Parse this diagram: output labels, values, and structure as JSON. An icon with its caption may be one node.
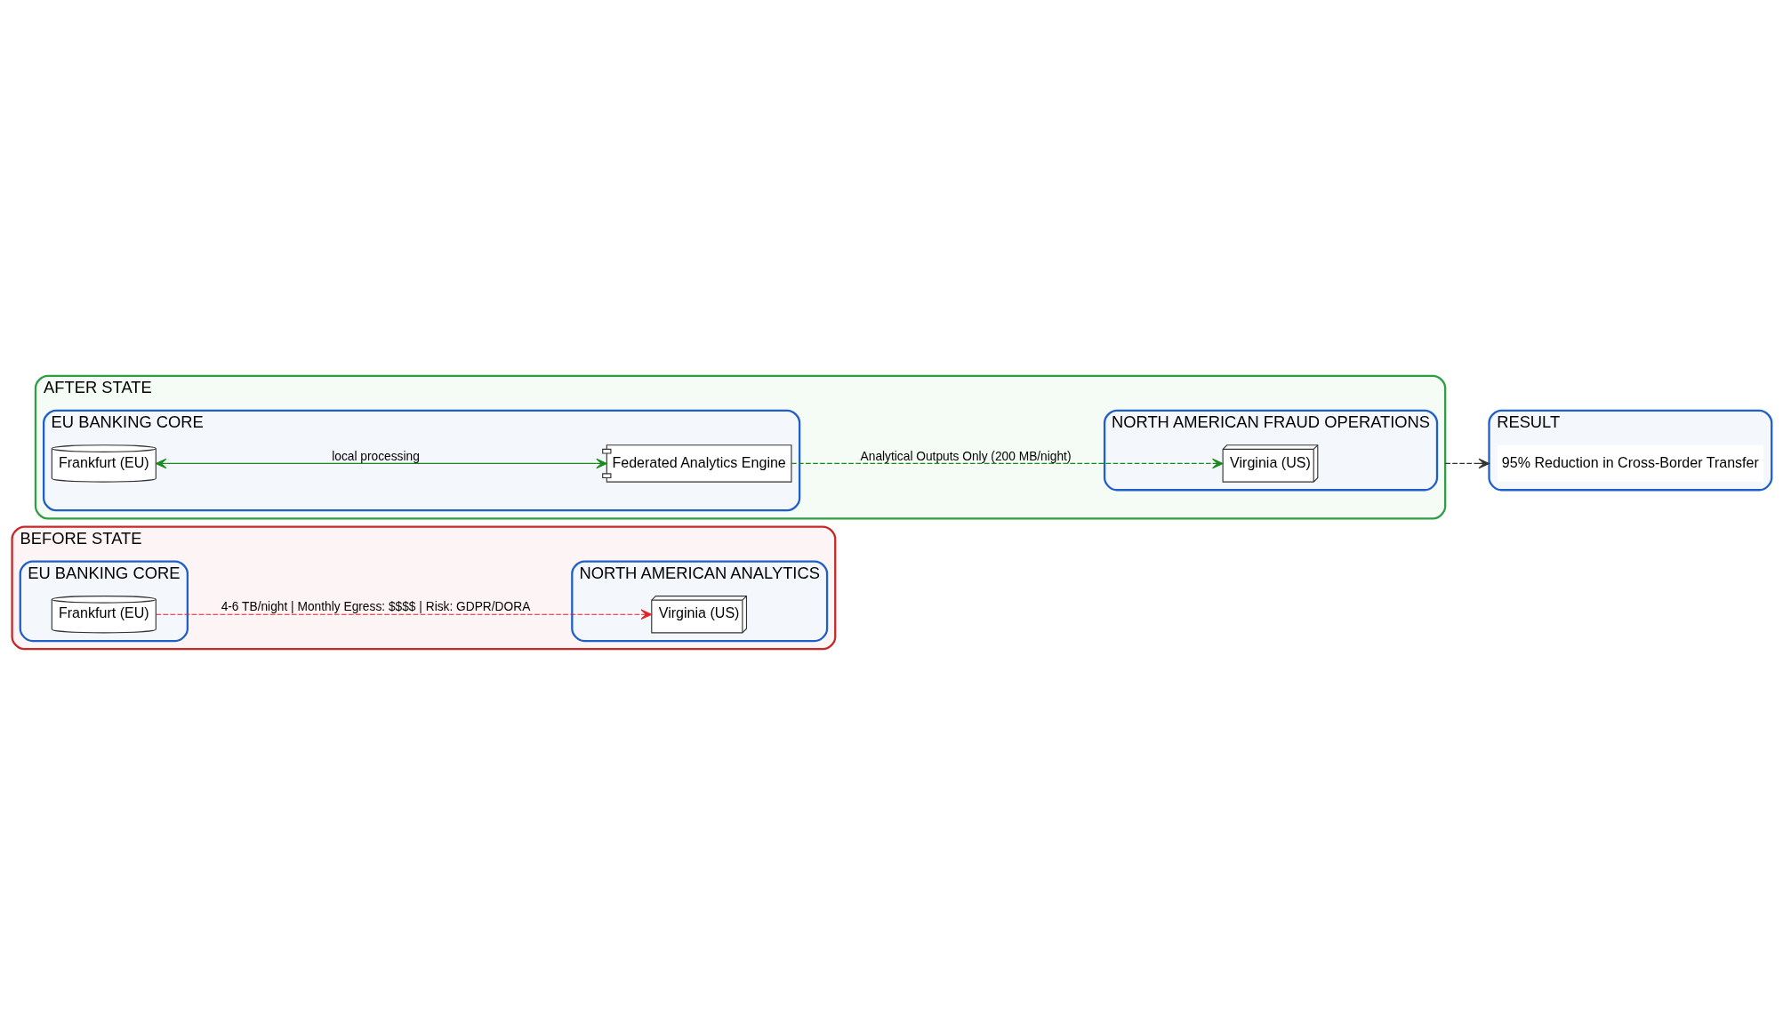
{
  "diagram": {
    "nodes": [
      {
        "text": [
          "BEFORE STATE"
        ]
      },
      {
        "text": [
          "EU BANKING CORE"
        ],
        "in": 0
      },
      {
        "text": [
          "Frankfurt (EU)"
        ],
        "in": 1
      },
      {
        "text": [
          "NORTH AMERICAN ANALYTICS"
        ],
        "in": 0
      },
      {
        "text": [
          "Virginia (US)"
        ],
        "in": 3
      },
      {
        "text": [
          "AFTER STATE"
        ]
      },
      {
        "text": [
          "EU BANKING CORE"
        ],
        "in": 5
      },
      {
        "text": [
          "Frankfurt (EU)"
        ],
        "in": 6
      },
      {
        "text": [
          "Federated Analytics Engine"
        ],
        "in": 6
      },
      {
        "text": [
          "NORTH AMERICAN FRAUD OPERATIONS"
        ],
        "in": 5
      },
      {
        "text": [
          "Virginia (US)"
        ],
        "in": 9
      },
      {
        "text": [
          "RESULT"
        ]
      },
      {
        "text": [
          "95% Reduction in Cross-Border Transfer"
        ],
        "in": 11
      }
    ],
    "edges": [
      {
        "from": 2,
        "to": 4,
        "arrow": "to",
        "label": "4-6 TB/night | Monthly Egress: $$$$ | Risk: GDPR/DORA",
        "style": "dashed",
        "color": "#e02424"
      },
      {
        "from": 7,
        "to": 8,
        "arrow": "both",
        "label": "local processing",
        "color": "#1a8a1a"
      },
      {
        "from": 8,
        "to": 10,
        "arrow": "to",
        "label": "Analytical Outputs Only (200 MB/night)",
        "style": "dashed",
        "color": "#1a8a1a"
      },
      {
        "from": 5,
        "to": 11,
        "arrow": "to",
        "style": "dashed",
        "color": "#333333"
      }
    ]
  }
}
